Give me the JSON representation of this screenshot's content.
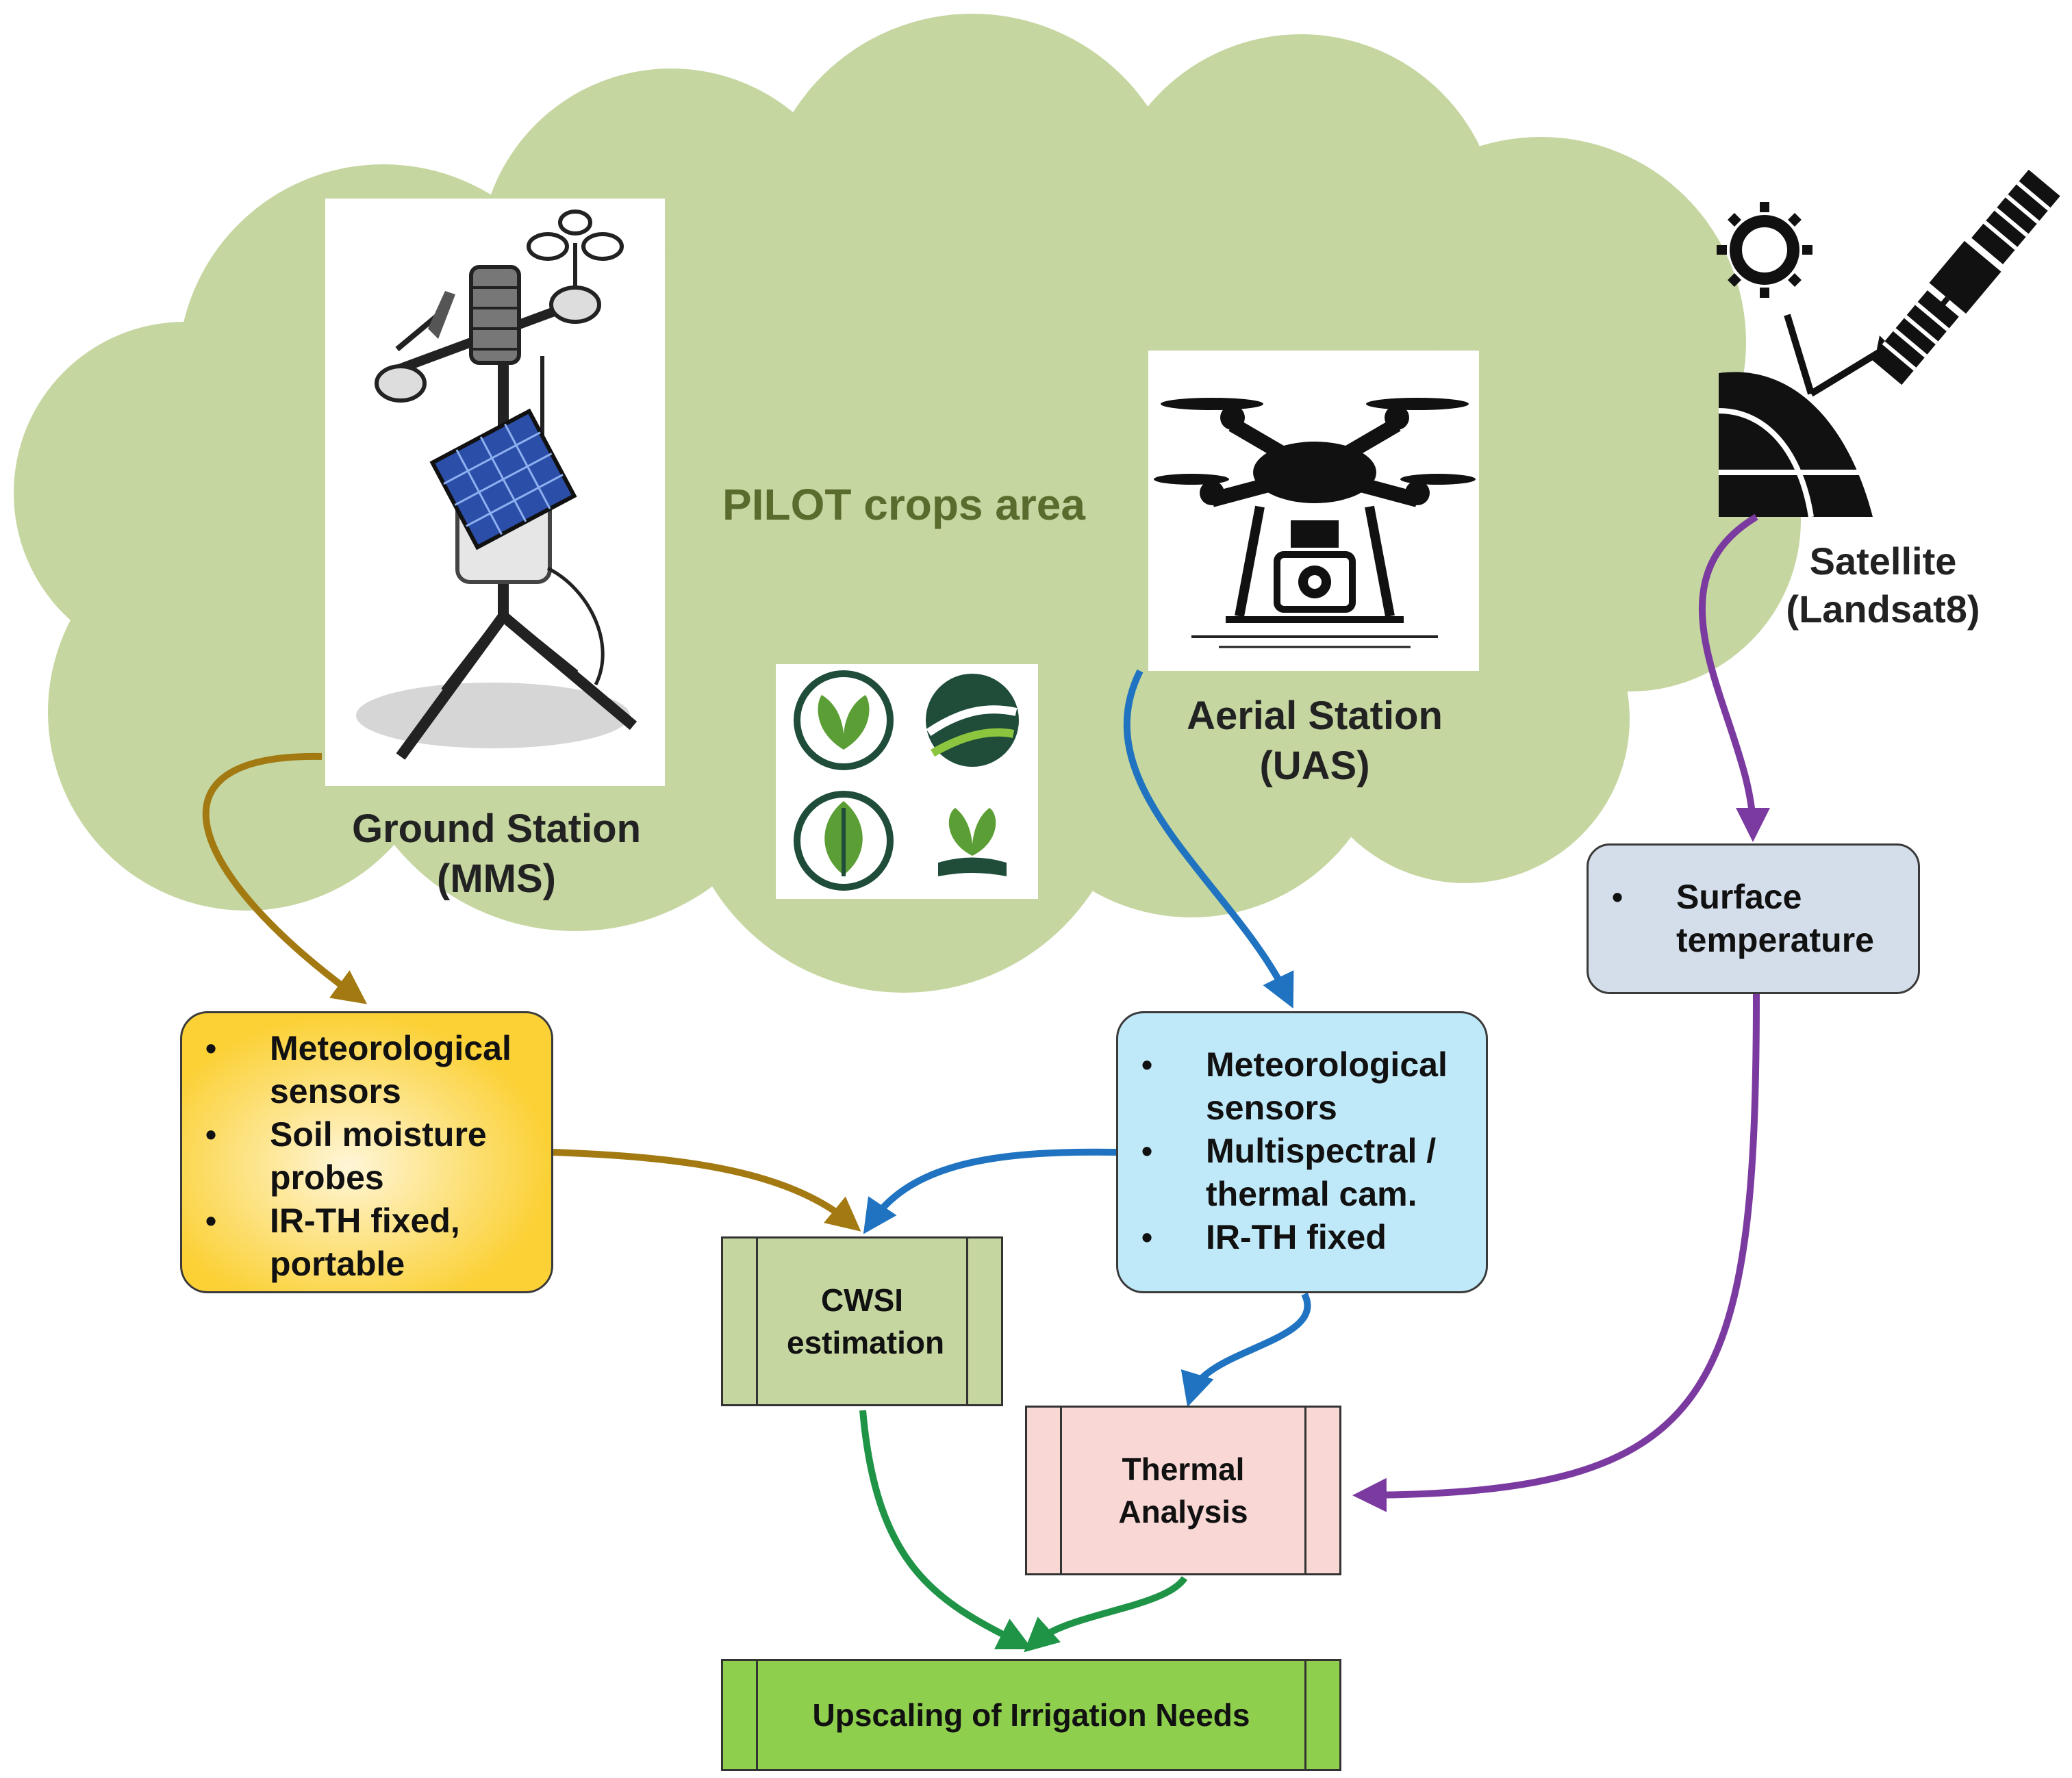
{
  "diagram": {
    "cloud_label": "PILOT crops area",
    "ground_station": {
      "line1": "Ground Station",
      "line2": "(MMS)"
    },
    "aerial_station": {
      "line1": "Aerial Station",
      "line2": "(UAS)"
    },
    "satellite": {
      "line1": "Satellite",
      "line2": "(Landsat8)"
    },
    "ground_sensors": [
      "Meteorological sensors",
      "Soil moisture probes",
      "IR-TH fixed, portable"
    ],
    "aerial_sensors": [
      "Meteorological sensors",
      "Multispectral / thermal cam.",
      "IR-TH fixed"
    ],
    "satellite_products": [
      "Surface temperature"
    ],
    "cwsi": "CWSI estimation",
    "thermal": "Thermal Analysis",
    "upscaling": "Upscaling of Irrigation Needs"
  },
  "colors": {
    "cloud_fill": "#c5d6a0",
    "ground_arrow": "#a37a12",
    "aerial_arrow": "#1f73c0",
    "satellite_arrow": "#7b3aa0",
    "output_arrow": "#1f9447",
    "ground_box": "#fbd136",
    "aerial_box": "#bfe8f8",
    "satellite_box": "#d4deea",
    "cwsi_box": "#c5d6a0",
    "thermal_box": "#f8d7d5",
    "upscaling_box": "#8fcf4e"
  },
  "icons": [
    "weather-station-icon",
    "drone-icon",
    "sun-icon",
    "satellite-icon",
    "earth-icon",
    "crop-logo-icons"
  ]
}
